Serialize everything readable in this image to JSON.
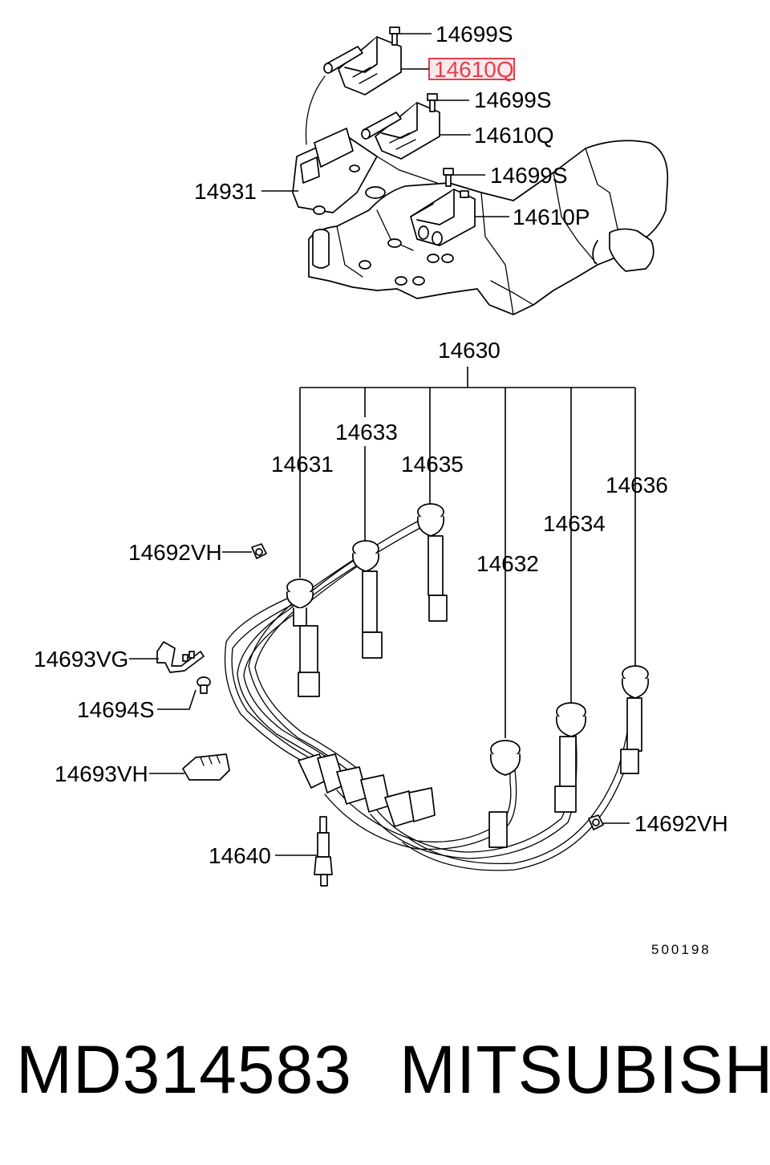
{
  "labels": {
    "bolt_1": "14699S",
    "coil_1": "14610Q",
    "bolt_2": "14699S",
    "coil_2": "14610Q",
    "bolt_3": "14699S",
    "coil_3": "14610P",
    "igniter": "14931",
    "cable_set": "14630",
    "cable_3": "14633",
    "cable_1": "14631",
    "cable_5": "14635",
    "cable_6": "14636",
    "cable_4": "14634",
    "cable_2": "14632",
    "clip_left": "14692VH",
    "clip_right": "14692VH",
    "holder_vg": "14693VG",
    "screw": "14694S",
    "holder_vh": "14693VH",
    "spark_plug": "14640"
  },
  "diagram_code": "500198",
  "highlighted_part": "coil_1",
  "highlight_color": "#e0404f",
  "footer": {
    "part_number": "MD314583",
    "brand": "MITSUBISHI"
  }
}
